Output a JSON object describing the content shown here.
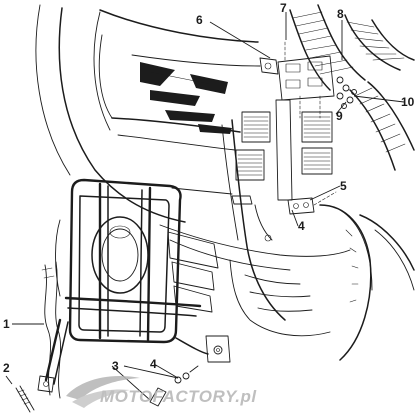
{
  "callouts": [
    {
      "id": "1",
      "label": "1"
    },
    {
      "id": "2",
      "label": "2"
    },
    {
      "id": "3",
      "label": "3"
    },
    {
      "id": "4a",
      "label": "4"
    },
    {
      "id": "4b",
      "label": "4"
    },
    {
      "id": "5",
      "label": "5"
    },
    {
      "id": "6",
      "label": "6"
    },
    {
      "id": "7",
      "label": "7"
    },
    {
      "id": "8",
      "label": "8"
    },
    {
      "id": "9",
      "label": "9"
    },
    {
      "id": "10",
      "label": "10"
    }
  ],
  "watermark": {
    "text": "MOTOFACTORY.pl"
  },
  "colors": {
    "ink": "#1c1c1c",
    "watermark": "#b4b4b4",
    "background": "#ffffff"
  }
}
